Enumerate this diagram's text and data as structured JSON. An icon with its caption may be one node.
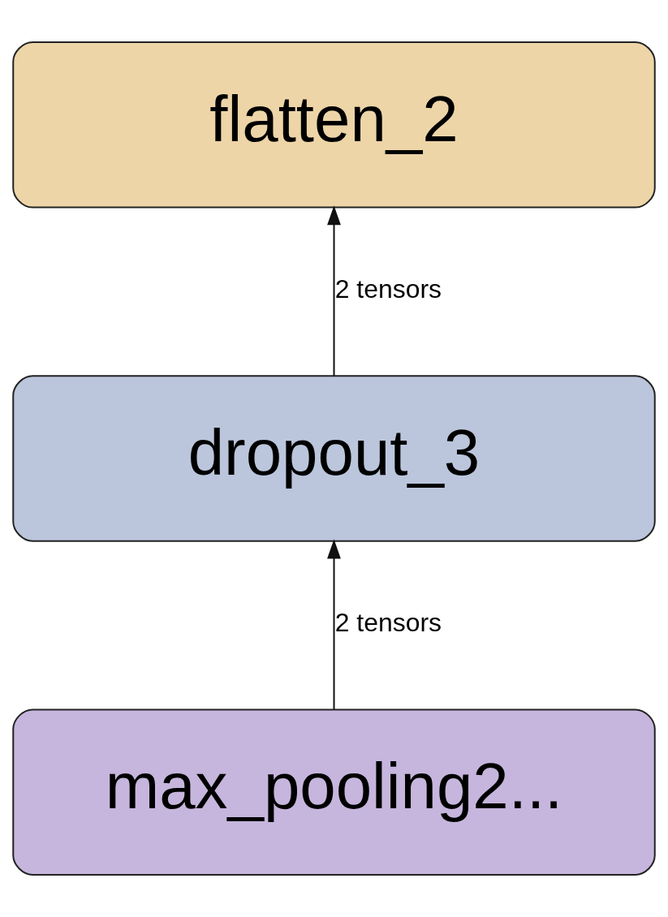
{
  "diagram": {
    "nodes": [
      {
        "text": [
          "flatten_2"
        ]
      },
      {
        "text": [
          "dropout_3"
        ]
      },
      {
        "text": [
          "max_pooling2..."
        ]
      }
    ],
    "edges": [
      {
        "from": 2,
        "to": 1,
        "arrow": "to",
        "label": "2 tensors"
      },
      {
        "from": 1,
        "to": 0,
        "arrow": "to",
        "label": "2 tensors"
      }
    ]
  }
}
